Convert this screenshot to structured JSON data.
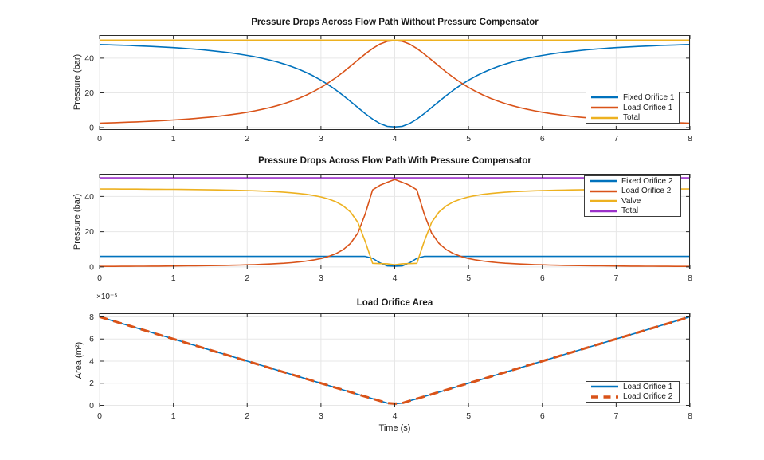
{
  "figure": {
    "background": "#ffffff"
  },
  "palette": {
    "blue": "#0072BD",
    "orange": "#D95319",
    "yellow": "#EDB120",
    "purple": "#9B30C9",
    "grid": "#e7e7e7",
    "axis": "#2b2b2b",
    "text": "#1a1a1a"
  },
  "chart_data": {
    "type": "line",
    "time": [
      0,
      0.1,
      0.2,
      0.3,
      0.4,
      0.5,
      0.6,
      0.7,
      0.8,
      0.9,
      1,
      1.1,
      1.2,
      1.3,
      1.4,
      1.5,
      1.6,
      1.7,
      1.8,
      1.9,
      2,
      2.1,
      2.2,
      2.3,
      2.4,
      2.5,
      2.6,
      2.7,
      2.8,
      2.9,
      3,
      3.1,
      3.2,
      3.3,
      3.4,
      3.5,
      3.6,
      3.7,
      3.8,
      3.9,
      4,
      4.1,
      4.2,
      4.3,
      4.4,
      4.5,
      4.6,
      4.7,
      4.8,
      4.9,
      5,
      5.1,
      5.2,
      5.3,
      5.4,
      5.5,
      5.6,
      5.7,
      5.8,
      5.9,
      6,
      6.1,
      6.2,
      6.3,
      6.4,
      6.5,
      6.6,
      6.7,
      6.8,
      6.9,
      7,
      7.1,
      7.2,
      7.3,
      7.4,
      7.5,
      7.6,
      7.7,
      7.8,
      7.9,
      8
    ],
    "charts": [
      {
        "title": "Pressure Drops Across Flow Path Without Pressure Compensator",
        "ylabel": "Pressure (bar)",
        "xlabel": "",
        "xlim": [
          0,
          8
        ],
        "ylim": [
          -1.4,
          53.3
        ],
        "xticks": [
          0,
          1,
          2,
          3,
          4,
          5,
          6,
          7,
          8
        ],
        "yticks": [
          0,
          20,
          40
        ],
        "grid": true,
        "legend_position": "inside lower right",
        "series": [
          {
            "name": "Fixed Orifice 1",
            "color": "blue",
            "style": "solid",
            "values": [
              47.87,
              47.74,
              47.61,
              47.47,
              47.31,
              47.14,
              46.96,
              46.77,
              46.55,
              46.32,
              46.07,
              45.79,
              45.49,
              45.16,
              44.79,
              44.39,
              43.94,
              43.45,
              42.9,
              42.28,
              41.6,
              40.83,
              39.96,
              38.98,
              37.88,
              36.62,
              35.2,
              33.58,
              31.74,
              29.66,
              27.3,
              24.65,
              21.7,
              18.47,
              15.04,
              11.5,
              8.01,
              4.84,
              2.27,
              0.65,
              0.33,
              0.65,
              2.27,
              4.84,
              8.01,
              11.5,
              15.04,
              18.47,
              21.7,
              24.65,
              27.3,
              29.66,
              31.74,
              33.58,
              35.2,
              36.62,
              37.88,
              38.98,
              39.96,
              40.83,
              41.6,
              42.28,
              42.9,
              43.45,
              43.94,
              44.39,
              44.79,
              45.16,
              45.49,
              45.79,
              46.07,
              46.32,
              46.55,
              46.77,
              46.96,
              47.14,
              47.31,
              47.47,
              47.61,
              47.74,
              47.87
            ]
          },
          {
            "name": "Load Orifice 1",
            "color": "orange",
            "style": "solid",
            "values": [
              2.53,
              2.66,
              2.79,
              2.93,
              3.09,
              3.26,
              3.44,
              3.63,
              3.85,
              4.08,
              4.33,
              4.61,
              4.91,
              5.24,
              5.61,
              6.01,
              6.46,
              6.95,
              7.5,
              8.12,
              8.8,
              9.57,
              10.44,
              11.42,
              12.52,
              13.78,
              15.2,
              16.82,
              18.66,
              20.74,
              23.1,
              25.75,
              28.7,
              31.93,
              35.36,
              38.9,
              42.39,
              45.56,
              48.13,
              49.75,
              50.07,
              49.75,
              48.13,
              45.56,
              42.39,
              38.9,
              35.36,
              31.93,
              28.7,
              25.75,
              23.1,
              20.74,
              18.66,
              16.82,
              15.2,
              13.78,
              12.52,
              11.42,
              10.44,
              9.57,
              8.8,
              8.12,
              7.5,
              6.95,
              6.46,
              6.01,
              5.61,
              5.24,
              4.91,
              4.61,
              4.33,
              4.08,
              3.85,
              3.63,
              3.44,
              3.26,
              3.09,
              2.93,
              2.79,
              2.66,
              2.53
            ]
          },
          {
            "name": "Total",
            "color": "yellow",
            "style": "solid",
            "constant": 50.4
          }
        ]
      },
      {
        "title": "Pressure Drops Across Flow Path With Pressure Compensator",
        "ylabel": "Pressure (bar)",
        "xlabel": "",
        "xlim": [
          0,
          8
        ],
        "ylim": [
          -1.4,
          52.8
        ],
        "xticks": [
          0,
          1,
          2,
          3,
          4,
          5,
          6,
          7,
          8
        ],
        "yticks": [
          0,
          20,
          40
        ],
        "grid": true,
        "legend_position": "inside upper right",
        "series": [
          {
            "name": "Fixed Orifice 2",
            "color": "blue",
            "style": "solid",
            "values": [
              6,
              6,
              6,
              6,
              6,
              6,
              6,
              6,
              6,
              6,
              6,
              6,
              6,
              6,
              6,
              6,
              6,
              6,
              6,
              6,
              6,
              6,
              6,
              6,
              6,
              6,
              6,
              6,
              6,
              6,
              6,
              6,
              6,
              6,
              6,
              6,
              6,
              4.91,
              2.31,
              0.6,
              0.45,
              0.6,
              2.31,
              4.91,
              6,
              6,
              6,
              6,
              6,
              6,
              6,
              6,
              6,
              6,
              6,
              6,
              6,
              6,
              6,
              6,
              6,
              6,
              6,
              6,
              6,
              6,
              6,
              6,
              6,
              6,
              6,
              6,
              6,
              6,
              6,
              6,
              6,
              6,
              6,
              6,
              6
            ]
          },
          {
            "name": "Load Orifice 2",
            "color": "orange",
            "style": "solid",
            "values": [
              0.3,
              0.32,
              0.33,
              0.35,
              0.37,
              0.39,
              0.42,
              0.44,
              0.47,
              0.5,
              0.53,
              0.57,
              0.61,
              0.66,
              0.71,
              0.77,
              0.83,
              0.91,
              0.99,
              1.09,
              1.2,
              1.33,
              1.48,
              1.66,
              1.88,
              2.13,
              2.45,
              2.84,
              3.33,
              3.97,
              4.8,
              5.93,
              7.5,
              9.8,
              13.33,
              19.2,
              30,
              43.69,
              46.29,
              48,
              49.6,
              48,
              46.29,
              43.69,
              30,
              19.2,
              13.33,
              9.8,
              7.5,
              5.93,
              4.8,
              3.97,
              3.33,
              2.84,
              2.45,
              2.13,
              1.88,
              1.66,
              1.48,
              1.33,
              1.2,
              1.09,
              0.99,
              0.91,
              0.83,
              0.77,
              0.71,
              0.66,
              0.61,
              0.57,
              0.53,
              0.5,
              0.47,
              0.44,
              0.42,
              0.39,
              0.37,
              0.35,
              0.33,
              0.32,
              0.3
            ]
          },
          {
            "name": "Valve",
            "color": "yellow",
            "style": "solid",
            "values": [
              44.2,
              44.18,
              44.17,
              44.15,
              44.13,
              44.11,
              44.08,
              44.06,
              44.03,
              44,
              43.97,
              43.93,
              43.89,
              43.84,
              43.79,
              43.73,
              43.67,
              43.59,
              43.51,
              43.41,
              43.3,
              43.17,
              43.02,
              42.84,
              42.62,
              42.37,
              42.05,
              41.66,
              41.17,
              40.53,
              39.7,
              38.57,
              37,
              34.7,
              31.17,
              25.3,
              14.5,
              2.1,
              1.9,
              1.8,
              1.2,
              1.8,
              1.9,
              2.1,
              14.5,
              25.3,
              31.17,
              34.7,
              37,
              38.57,
              39.7,
              40.53,
              41.17,
              41.66,
              42.05,
              42.37,
              42.62,
              42.84,
              43.02,
              43.17,
              43.3,
              43.41,
              43.51,
              43.59,
              43.67,
              43.73,
              43.79,
              43.84,
              43.89,
              43.93,
              43.97,
              44,
              44.03,
              44.06,
              44.08,
              44.11,
              44.13,
              44.15,
              44.17,
              44.18,
              44.2
            ]
          },
          {
            "name": "Total",
            "color": "purple",
            "style": "solid",
            "constant": 50.5
          }
        ]
      },
      {
        "title": "Load Orifice Area",
        "ylabel": "Area (m²)",
        "xlabel": "Time (s)",
        "y_offset_label": "×10⁻⁵",
        "y_unit_scale": "1e-5",
        "xlim": [
          0,
          8
        ],
        "ylim": [
          -0.18,
          8.32
        ],
        "xticks": [
          0,
          1,
          2,
          3,
          4,
          5,
          6,
          7,
          8
        ],
        "yticks": [
          0,
          2,
          4,
          6,
          8
        ],
        "grid": true,
        "legend_position": "inside lower right",
        "shared_values": [
          8,
          7.8,
          7.6,
          7.4,
          7.2,
          7,
          6.8,
          6.6,
          6.4,
          6.2,
          6,
          5.8,
          5.6,
          5.4,
          5.2,
          5,
          4.8,
          4.6,
          4.4,
          4.2,
          4,
          3.8,
          3.6,
          3.4,
          3.2,
          3,
          2.8,
          2.6,
          2.4,
          2.2,
          2,
          1.8,
          1.6,
          1.4,
          1.2,
          1,
          0.8,
          0.6,
          0.4,
          0.2,
          0.15,
          0.2,
          0.4,
          0.6,
          0.8,
          1,
          1.2,
          1.4,
          1.6,
          1.8,
          2,
          2.2,
          2.4,
          2.6,
          2.8,
          3,
          3.2,
          3.4,
          3.6,
          3.8,
          4,
          4.2,
          4.4,
          4.6,
          4.8,
          5,
          5.2,
          5.4,
          5.6,
          5.8,
          6,
          6.2,
          6.4,
          6.6,
          6.8,
          7,
          7.2,
          7.4,
          7.6,
          7.8,
          8
        ],
        "series": [
          {
            "name": "Load Orifice 1",
            "color": "blue",
            "style": "solid",
            "use_shared": true
          },
          {
            "name": "Load Orifice 2",
            "color": "orange",
            "style": "dashed",
            "use_shared": true
          }
        ]
      }
    ]
  }
}
